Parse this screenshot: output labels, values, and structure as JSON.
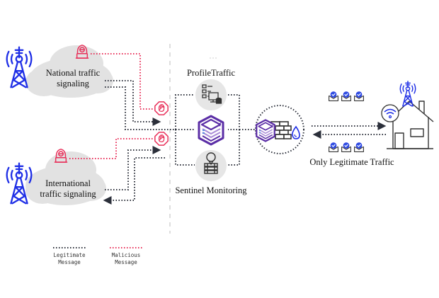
{
  "sources": [
    {
      "label": "National traffic\nsignaling",
      "line1": "National traffic",
      "line2": "signaling"
    },
    {
      "label": "International\ntraffic signaling",
      "line1": "International",
      "line2": "traffic signaling"
    }
  ],
  "middle": {
    "profile_label": "ProfileTraffic",
    "sentinel_label": "Sentinel Monitoring"
  },
  "destination": {
    "label": "Only Legitimate Traffic"
  },
  "legend": [
    {
      "name": "legitimate",
      "line1": "Legitimate",
      "line2": "Message",
      "color": "#2b2f3a"
    },
    {
      "name": "malicious",
      "line1": "Malicious",
      "line2": "Message",
      "color": "#e8305a"
    }
  ],
  "colors": {
    "tower": "#1f2fe6",
    "malicious": "#e8305a",
    "legitimate": "#2b2f3a",
    "cloud": "#e2e2e2",
    "purple": "#5b2ea6",
    "lavender": "#a98ad6",
    "circle_bg": "#e6e6e6"
  },
  "icons": {
    "tower": "cell-tower-icon",
    "hacker": "hacker-icon",
    "stop": "stop-hand-icon",
    "profile": "profile-traffic-icon",
    "firewall_core": "firewall-core-icon",
    "sentinel": "sentinel-monitoring-icon",
    "firewall": "firewall-icon",
    "mail": "verified-mail-icon",
    "house": "house-icon",
    "wifi": "wifi-icon"
  }
}
